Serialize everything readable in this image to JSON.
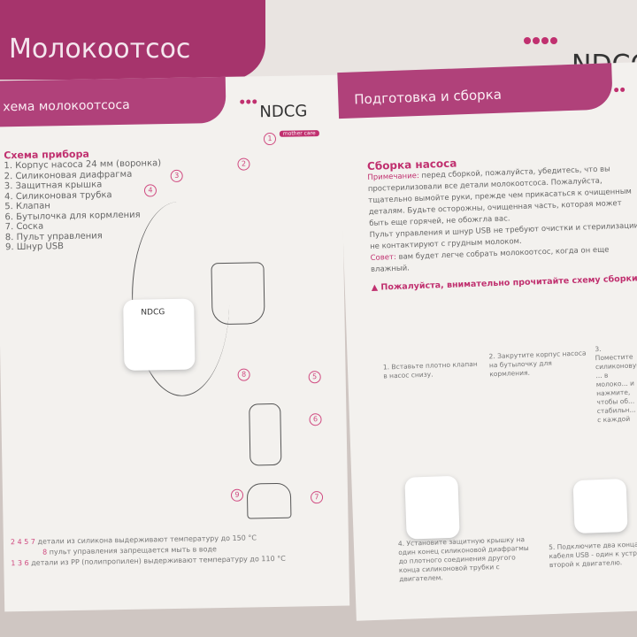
{
  "box": {
    "title": "Молокоотсос",
    "brand": "NDCG"
  },
  "left_page": {
    "band_title": "хема молокоотсоса",
    "brand": "NDCG",
    "brand_sub": "mother care",
    "section_title": "Схема прибора",
    "parts": [
      "1. Корпус насоса 24 мм (воронка)",
      "2. Силиконовая диафрагма",
      "3. Защитная крышка",
      "4. Силиконовая трубка",
      "5. Клапан",
      "6. Бутылочка для кормления",
      "7. Соска",
      "8. Пульт управления",
      "9. Шнур USB"
    ],
    "callouts": [
      "1",
      "2",
      "3",
      "4",
      "5",
      "6",
      "7",
      "8",
      "9"
    ],
    "device_brand": "NDCG",
    "notes": [
      "детали из силикона выдерживают температуру до 150 °C",
      "пульт управления запрещается мыть в воде",
      "детали из PP (полипропилен) выдерживают температуру до 110 °C"
    ],
    "note_markers": [
      "2 4 5 7",
      "8",
      "1 3 6"
    ]
  },
  "right_page": {
    "band_title": "Подготовка и сборка",
    "section_title": "Сборка насоса",
    "note_label": "Примечание:",
    "note_text": "перед сборкой, пожалуйста, убедитесь, что вы простерилизовали все детали молокоотсоса. Пожалуйста, тщательно вымойте руки, прежде чем прикасаться к очищенным деталям. Будьте осторожны, очищенная часть, которая может быть еще горячей, не обожгла вас.",
    "note_text2": "Пульт управления и шнур USB не требуют очистки и стерилизации, не контактируют с грудным молоком.",
    "tip_label": "Совет:",
    "tip_text": "вам будет легче собрать молокоотсос, когда он еще влажный.",
    "warning": "Пожалуйста, внимательно прочитайте схему сборки.",
    "steps": [
      "1. Вставьте плотно клапан в насос снизу.",
      "2. Закрутите корпус насоса на бутылочку для кормления.",
      "3. Поместите силиконовую ... в молоко... и нажмите, чтобы об... стабильн... с каждой",
      "4. Установите защитную крышку на один конец силиконовой диафрагмы до плотного соединения другого конца силиконовой трубки с двигателем.",
      "5. Подключите два конца кабеля USB - один к устр..., второй к двигателю."
    ]
  }
}
